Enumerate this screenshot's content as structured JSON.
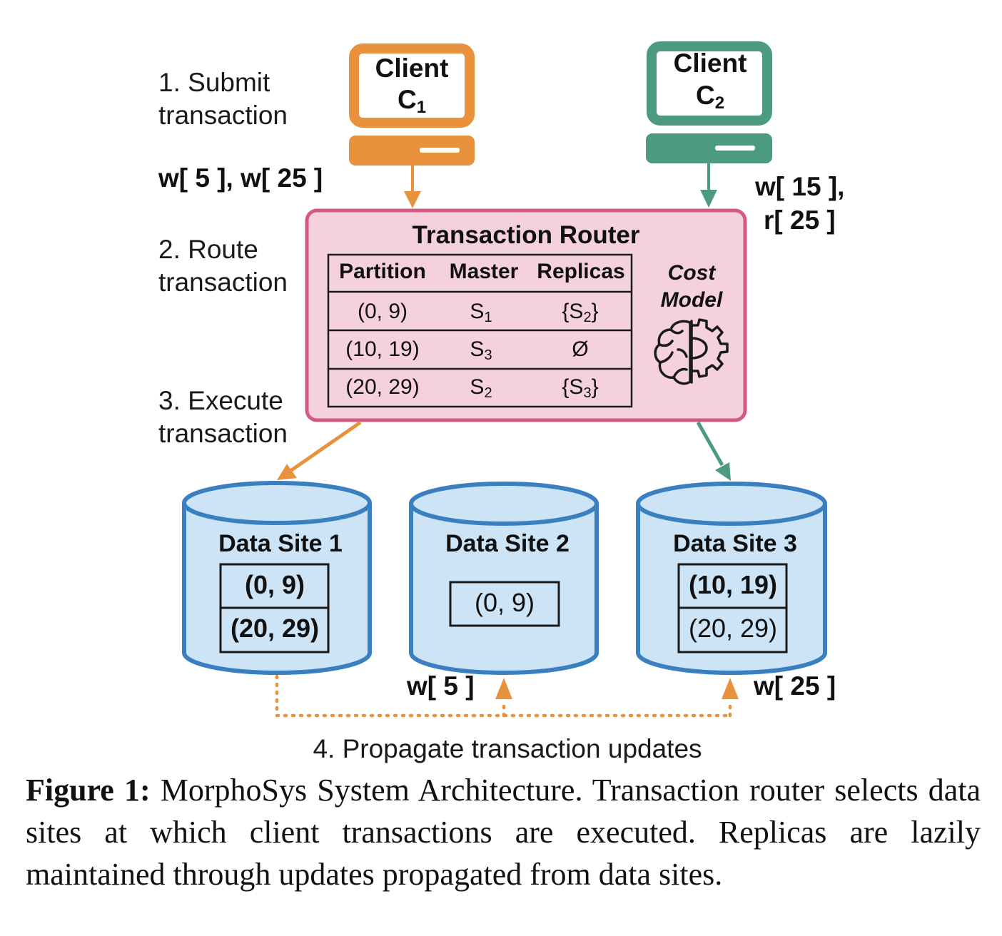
{
  "steps": {
    "submit": [
      "1. Submit",
      "transaction"
    ],
    "route": [
      "2. Route",
      "transaction"
    ],
    "execute": [
      "3. Execute",
      "transaction"
    ],
    "propagate": "4. Propagate transaction updates"
  },
  "clients": [
    {
      "line1": "Client",
      "letter": "C",
      "sub": "1",
      "color": "#e8923e",
      "ops": [
        "w[ 5 ], w[ 25 ]"
      ]
    },
    {
      "line1": "Client",
      "letter": "C",
      "sub": "2",
      "color": "#4c9a80",
      "ops": [
        "w[ 15 ],",
        "r[ 25 ]"
      ]
    }
  ],
  "router": {
    "title": "Transaction Router",
    "headers": [
      "Partition",
      "Master",
      "Replicas"
    ],
    "rows": [
      {
        "partition": "(0, 9)",
        "master": "S",
        "master_sub": "1",
        "replicas_pre": "{S",
        "replicas_sub": "2",
        "replicas_post": "}"
      },
      {
        "partition": "(10, 19)",
        "master": "S",
        "master_sub": "3",
        "replicas_pre": "Ø",
        "replicas_sub": "",
        "replicas_post": ""
      },
      {
        "partition": "(20, 29)",
        "master": "S",
        "master_sub": "2",
        "replicas_pre": "{S",
        "replicas_sub": "3",
        "replicas_post": "}"
      }
    ],
    "cost_model": [
      "Cost",
      "Model"
    ],
    "cost_icon": "brain-gear-icon",
    "fill": "#f5d1dd",
    "stroke": "#d35b82"
  },
  "sites": [
    {
      "title": "Data Site 1",
      "partitions": [
        {
          "label": "(0, 9)",
          "bold": true
        },
        {
          "label": "(20, 29)",
          "bold": true
        }
      ]
    },
    {
      "title": "Data Site 2",
      "partitions": [
        {
          "label": "(0, 9)",
          "bold": false
        }
      ]
    },
    {
      "title": "Data Site 3",
      "partitions": [
        {
          "label": "(10, 19)",
          "bold": true
        },
        {
          "label": "(20, 29)",
          "bold": false
        }
      ]
    }
  ],
  "propagation": {
    "to_site2": "w[ 5 ]",
    "to_site3": "w[ 25 ]"
  },
  "colors": {
    "orange": "#e8923e",
    "green": "#4c9a80",
    "site_fill": "#cde4f6",
    "site_stroke": "#3a7fc0"
  },
  "caption": {
    "label": "Figure 1:",
    "text": " MorphoSys System Architecture. Transaction router selects data sites at which client transactions are executed. Replicas are lazily maintained through updates propagated from data sites."
  }
}
